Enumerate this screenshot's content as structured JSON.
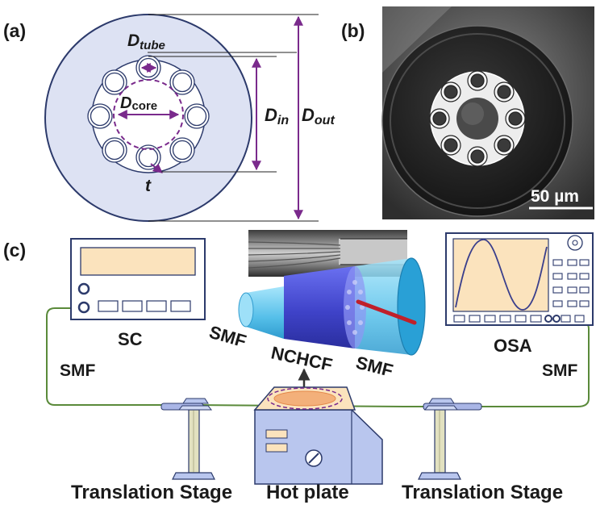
{
  "panels": {
    "a": {
      "label": "(a)"
    },
    "b": {
      "label": "(b)",
      "scale_bar": "50 µm"
    },
    "c": {
      "label": "(c)"
    }
  },
  "dimensions": {
    "d_tube": {
      "base": "D",
      "sub": "tube"
    },
    "d_core": {
      "base": "D",
      "sub": "core"
    },
    "d_in": {
      "base": "D",
      "sub": "in"
    },
    "d_out": {
      "base": "D",
      "sub": "out"
    },
    "t": "t"
  },
  "setup": {
    "sc": "SC",
    "osa": "OSA",
    "smf_left": "SMF",
    "smf_right": "SMF",
    "fiber_smf_1": "SMF",
    "fiber_nchcf": "NCHCF",
    "fiber_smf_2": "SMF",
    "stage_left": "Translation Stage",
    "hot_plate": "Hot plate",
    "stage_right": "Translation Stage"
  },
  "colors": {
    "cladding": "#dde2f3",
    "outline": "#2c3a6b",
    "accent": "#7a2a8c",
    "sc_screen": "#fbe3bd",
    "fiber_green": "#5a8a3a",
    "nchcf_blue": "#4a4fd6",
    "smf_cyan": "#5ec8ee",
    "hotplate_body": "#b9c6ee",
    "stage_pillar": "#e2e1c0"
  }
}
